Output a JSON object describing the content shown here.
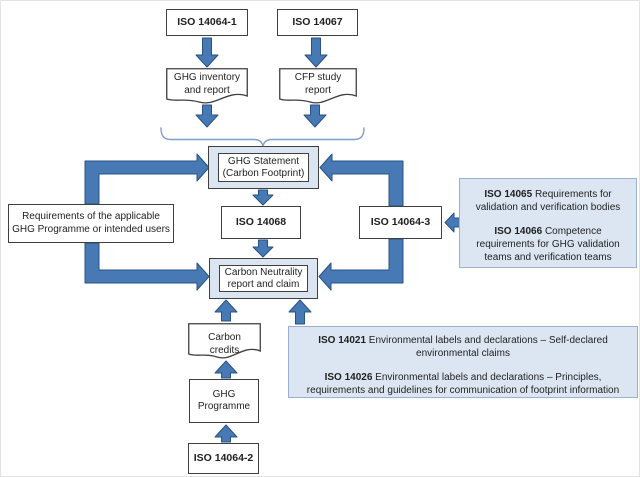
{
  "nodes": {
    "iso_14064_1": {
      "label": "ISO 14064-1"
    },
    "iso_14067": {
      "label": "ISO 14067"
    },
    "ghg_inventory_report": {
      "label": "GHG inventory and report"
    },
    "cfp_study_report": {
      "label": "CFP study report"
    },
    "ghg_statement": {
      "label": "GHG Statement (Carbon Footprint)"
    },
    "iso_14068": {
      "label": "ISO 14068"
    },
    "requirements": {
      "label": "Requirements of the applicable GHG Programme or intended users"
    },
    "iso_14064_3": {
      "label": "ISO 14064-3"
    },
    "carbon_neutrality": {
      "label": "Carbon Neutrality report and claim"
    },
    "carbon_credits": {
      "label": "Carbon credits"
    },
    "ghg_programme": {
      "label": "GHG Programme"
    },
    "iso_14064_2": {
      "label": "ISO 14064-2"
    }
  },
  "panels": {
    "verification": {
      "items": [
        {
          "code": "ISO 14065",
          "text": "Requirements for validation and verification bodies"
        },
        {
          "code": "ISO 14066",
          "text": "Competence requirements for GHG validation teams and verification teams"
        }
      ]
    },
    "labels": {
      "items": [
        {
          "code": "ISO 14021",
          "text": "Environmental labels and declarations – Self-declared environmental claims"
        },
        {
          "code": "ISO 14026",
          "text": "Environmental labels and declarations – Principles, requirements and guidelines for communication of footprint information"
        }
      ]
    }
  },
  "colors": {
    "arrow_fill": "#4779b4",
    "arrow_stroke": "#2a5182",
    "panel_fill": "#dce6f2",
    "panel_border": "#9ab0cc",
    "hl_fill": "#dbe5f1",
    "box_border": "#3f3f3f",
    "brace": "#7f9ec8",
    "text": "#1f1f1f"
  }
}
